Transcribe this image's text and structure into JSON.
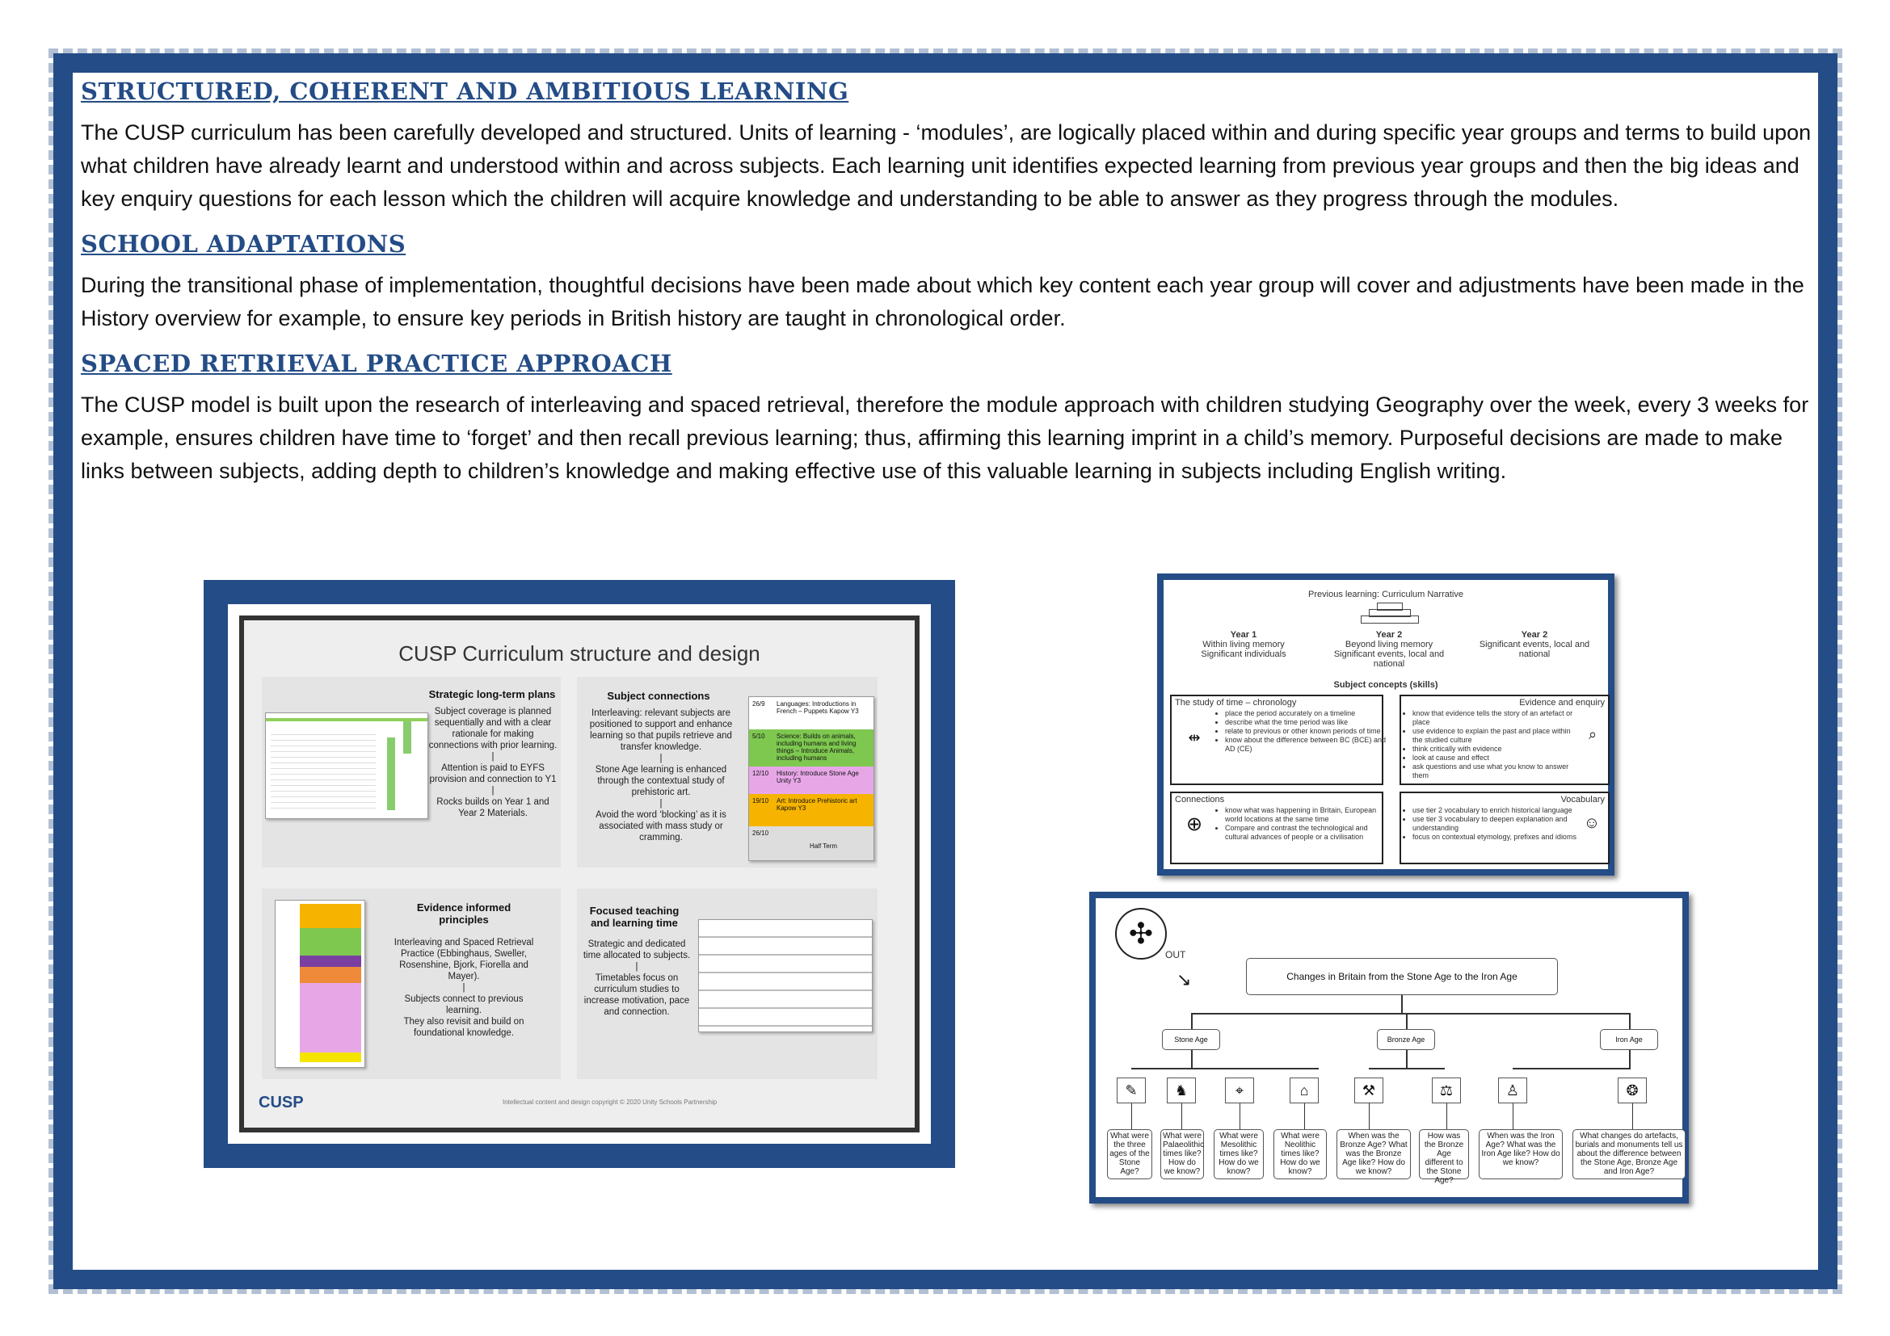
{
  "sections": [
    {
      "heading": "Structured, coherent and ambitious learning",
      "text": "The CUSP curriculum has been carefully developed and structured. Units of learning - ‘modules’, are logically placed within and during specific year groups and terms to build upon what children have already learnt and understood within and across subjects. Each learning unit identifies expected learning from previous year groups and then the big ideas and key enquiry questions for each lesson which the children will acquire knowledge and understanding to be able to answer as they progress through the modules."
    },
    {
      "heading": "School adaptations",
      "text": "During the transitional phase of implementation, thoughtful decisions have been made about which key content each year group will cover and adjustments have been made in the History overview for example, to ensure key periods in British history are taught in chronological order."
    },
    {
      "heading": "Spaced retrieval practice approach",
      "text": "The CUSP model is built upon the research of interleaving and spaced retrieval, therefore the module approach with children studying Geography over the week, every 3 weeks for example, ensures children have time to ‘forget’ and then recall previous learning; thus, affirming this learning imprint in a child’s memory. Purposeful decisions are made to make links between subjects, adding depth to children’s knowledge and making effective use of this valuable learning in subjects including English writing."
    }
  ],
  "slide": {
    "title": "CUSP Curriculum structure and design",
    "cards": [
      {
        "title": "Strategic long-term plans",
        "body": "Subject coverage is planned sequentially and with a clear rationale for making connections with prior learning.\n|\nAttention is paid to EYFS provision and connection to Y1\n|\nRocks builds on Year 1 and Year 2 Materials."
      },
      {
        "title": "Subject connections",
        "body": "Interleaving: relevant subjects are positioned to support and enhance learning so that pupils retrieve and transfer knowledge.\n|\nStone Age learning is enhanced through the contextual study of prehistoric art.\n|\nAvoid the word ‘blocking’ as it is associated with mass study or cramming."
      },
      {
        "title": "Evidence informed principles",
        "body": "Interleaving and Spaced Retrieval Practice (Ebbinghaus, Sweller, Rosenshine, Bjork, Fiorella and Mayer).\n|\nSubjects connect to previous learning.\nThey also revisit and build on foundational knowledge."
      },
      {
        "title": "Focused teaching and learning time",
        "body": "Strategic and dedicated time allocated to subjects.\n|\nTimetables focus on curriculum studies to increase motivation, pace and connection."
      }
    ],
    "schedule": [
      {
        "date": "26/9",
        "label": "Languages: Introductions in French – Puppets Kapow Y3"
      },
      {
        "date": "5/10",
        "label": "Science: Builds on animals, including humans and living things – Introduce Animals, including humans"
      },
      {
        "date": "12/10",
        "label": "History: Introduce Stone Age Unity Y3"
      },
      {
        "date": "19/10",
        "label": "Art: Introduce Prehistoric art Kapow Y3"
      },
      {
        "date": "26/10",
        "label": "Half Term"
      }
    ],
    "logo": "CUSP",
    "footer": "Intellectual content and design copyright © 2020 Unity Schools Partnership"
  },
  "narrative": {
    "title": "Previous learning: Curriculum Narrative",
    "years": [
      {
        "name": "Year 1",
        "text": "Within living memory\nSignificant individuals"
      },
      {
        "name": "Year 2",
        "text": "Beyond living memory\nSignificant events, local and national"
      },
      {
        "name": "Year 2",
        "text": "Significant events, local and national"
      }
    ],
    "concepts_title": "Subject concepts (skills)",
    "boxes": [
      {
        "title": "The study of time – chronology",
        "items": [
          "place the period accurately on a timeline",
          "describe what the time period was like",
          "relate to previous or other known periods of time",
          "know about the difference between BC (BCE) and AD (CE)"
        ]
      },
      {
        "title": "Evidence and enquiry",
        "items": [
          "know that evidence tells the story of an artefact or place",
          "use evidence to explain the past and place within the studied culture",
          "think critically with evidence",
          "look at cause and effect",
          "ask questions and use what you know to answer them"
        ]
      },
      {
        "title": "Connections",
        "items": [
          "know what was happening in Britain, European world locations at the same time",
          "Compare and contrast the technological and cultural advances of people or a civilisation"
        ]
      },
      {
        "title": "Vocabulary",
        "items": [
          "use tier 2 vocabulary to enrich historical language",
          "use tier 3 vocabulary to deepen explanation and understanding",
          "focus on contextual etymology, prefixes and idioms"
        ]
      }
    ]
  },
  "tree": {
    "out_label": "OUT",
    "root": "Changes in Britain from the Stone Age to the Iron Age",
    "branches": [
      "Stone Age",
      "Bronze Age",
      "Iron Age"
    ],
    "questions": [
      "What were the three ages of the Stone Age?",
      "What were Palaeolithic times like? How do we know?",
      "What were Mesolithic times like? How do we know?",
      "What were Neolithic times like? How do we know?",
      "When was the Bronze Age? What was the Bronze Age like? How do we know?",
      "How was the Bronze Age different to the Stone Age?",
      "When was the Iron Age? What was the Iron Age like? How do we know?",
      "What changes do artefacts, burials and monuments tell us about the difference between the Stone Age, Bronze Age and Iron Age?"
    ]
  }
}
